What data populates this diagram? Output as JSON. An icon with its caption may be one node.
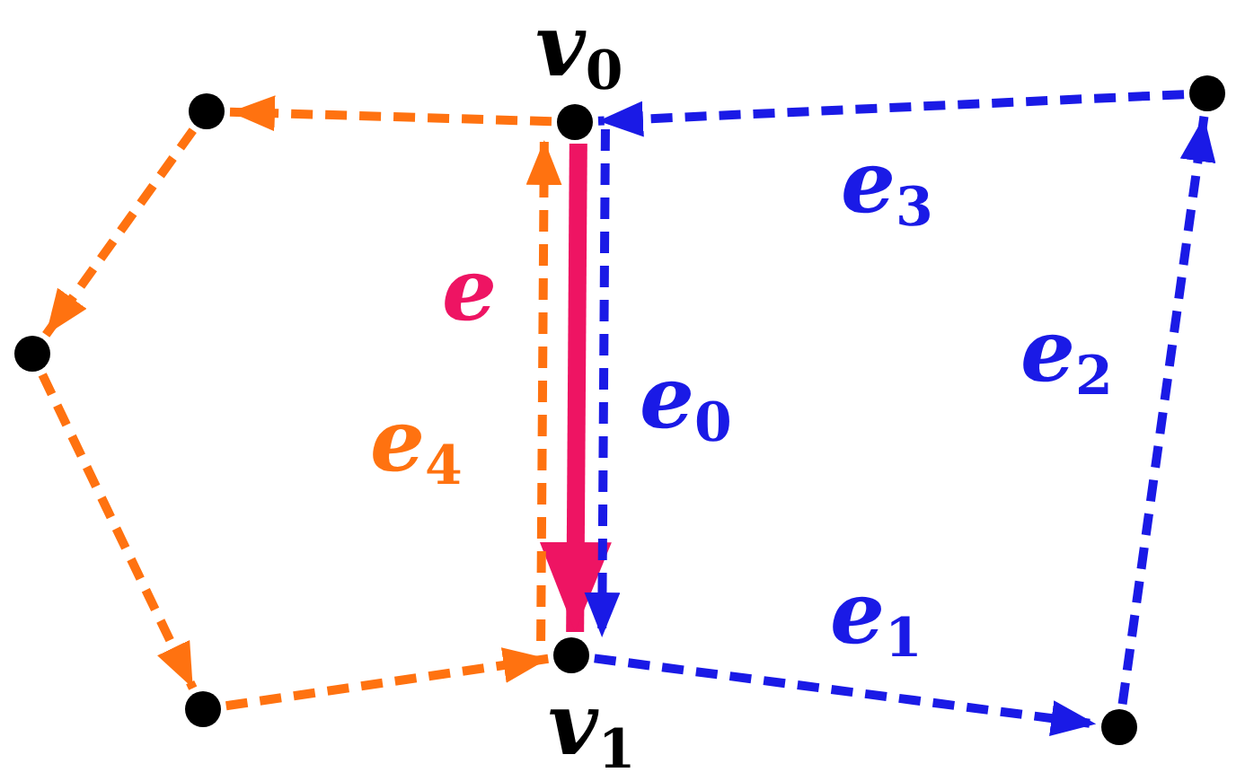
{
  "diagram": {
    "nodes": [
      {
        "text": [],
        "shape": "circle",
        "beside": [
          "v$_{0}$"
        ]
      },
      {
        "text": [],
        "shape": "circle",
        "beside": [
          "v$_{1}$"
        ]
      },
      {
        "text": [],
        "shape": "circle"
      },
      {
        "text": [],
        "shape": "circle"
      },
      {
        "text": [],
        "shape": "circle"
      },
      {
        "text": [],
        "shape": "circle"
      },
      {
        "text": [],
        "shape": "circle"
      }
    ],
    "edges": [
      {
        "from": 0,
        "to": 1,
        "arrow": "to",
        "label": "e",
        "style": "thick",
        "color": "#ee1463"
      },
      {
        "from": 0,
        "to": 1,
        "arrow": "to",
        "label": "e$_{0}$",
        "style": "dashed",
        "color": "#1a1ae6"
      },
      {
        "from": 1,
        "to": 2,
        "arrow": "to",
        "label": "e$_{1}$",
        "style": "dashed",
        "color": "#1a1ae6"
      },
      {
        "from": 2,
        "to": 3,
        "arrow": "to",
        "label": "e$_{2}$",
        "style": "dashed",
        "color": "#1a1ae6"
      },
      {
        "from": 3,
        "to": 0,
        "arrow": "to",
        "label": "e$_{3}$",
        "style": "dashed",
        "color": "#1a1ae6"
      },
      {
        "from": 1,
        "to": 0,
        "arrow": "to",
        "label": "e$_{4}$",
        "style": "dashed",
        "color": "#ff7210"
      },
      {
        "from": 0,
        "to": 4,
        "arrow": "to",
        "style": "dashed",
        "color": "#ff7210"
      },
      {
        "from": 4,
        "to": 5,
        "arrow": "to",
        "style": "dashed",
        "color": "#ff7210"
      },
      {
        "from": 5,
        "to": 6,
        "arrow": "to",
        "style": "dashed",
        "color": "#ff7210"
      },
      {
        "from": 6,
        "to": 1,
        "arrow": "to",
        "style": "dashed",
        "color": "#ff7210"
      }
    ]
  }
}
